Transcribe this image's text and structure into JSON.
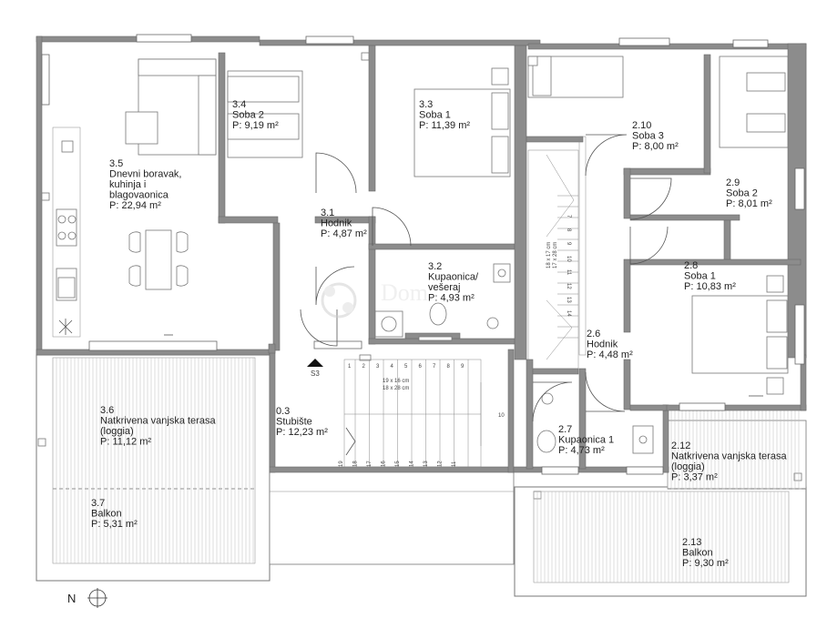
{
  "rooms": [
    {
      "id": "r35",
      "lines": [
        "3.5",
        "Dnevni boravak,",
        "kuhinja i",
        "blagovaonica",
        "P: 22,94 m²"
      ]
    },
    {
      "id": "r34",
      "lines": [
        "3.4",
        "Soba 2",
        "P: 9,19 m²"
      ]
    },
    {
      "id": "r33",
      "lines": [
        "3.3",
        "Soba 1",
        "P: 11,39 m²"
      ]
    },
    {
      "id": "r31",
      "lines": [
        "3.1",
        "Hodnik",
        "P: 4,87 m²"
      ]
    },
    {
      "id": "r32",
      "lines": [
        "3.2",
        "Kupaonica/",
        "vešeraj",
        "P: 4,93 m²"
      ]
    },
    {
      "id": "r210",
      "lines": [
        "2.10",
        "Soba 3",
        "P: 8,00 m²"
      ]
    },
    {
      "id": "r29",
      "lines": [
        "2.9",
        "Soba 2",
        "P: 8,01 m²"
      ]
    },
    {
      "id": "r28",
      "lines": [
        "2.8",
        "Soba 1",
        "P: 10,83 m²"
      ]
    },
    {
      "id": "r26",
      "lines": [
        "2.6",
        "Hodnik",
        "P: 4,48 m²"
      ]
    },
    {
      "id": "r27",
      "lines": [
        "2.7",
        "Kupaonica 1",
        "P: 4,73 m²"
      ]
    },
    {
      "id": "r03",
      "lines": [
        "0.3",
        "Stubište",
        "P: 12,23 m²"
      ]
    },
    {
      "id": "r36",
      "lines": [
        "3.6",
        "Natkrivena vanjska  terasa",
        "(loggia)",
        "P: 11,12 m²"
      ]
    },
    {
      "id": "r37",
      "lines": [
        "3.7",
        "Balkon",
        "P: 5,31 m²"
      ]
    },
    {
      "id": "r212",
      "lines": [
        "2.12",
        "Natkrivena vanjska  terasa",
        "(loggia)",
        "P: 3,37 m²"
      ]
    },
    {
      "id": "r213",
      "lines": [
        "2.13",
        "Balkon",
        "P: 9,30 m²"
      ]
    }
  ],
  "stair_marker": "S3",
  "stair_dims_top": [
    "19 x 16 cm",
    "18 x 28 cm"
  ],
  "stair_dims_right": [
    "18 x 17 cm",
    "17 x 28 cm"
  ],
  "stair_numbers_upper": [
    "1",
    "2",
    "3",
    "4",
    "5",
    "6",
    "7",
    "8",
    "9"
  ],
  "stair_numbers_lower": [
    "19",
    "18",
    "17",
    "16",
    "15",
    "14",
    "13",
    "12",
    "11"
  ],
  "stair_number_mid": "10",
  "stair_numbers_right": [
    "7",
    "8",
    "9",
    "10",
    "11",
    "12",
    "13",
    "14"
  ],
  "compass_label": "N",
  "watermark": "Dom"
}
